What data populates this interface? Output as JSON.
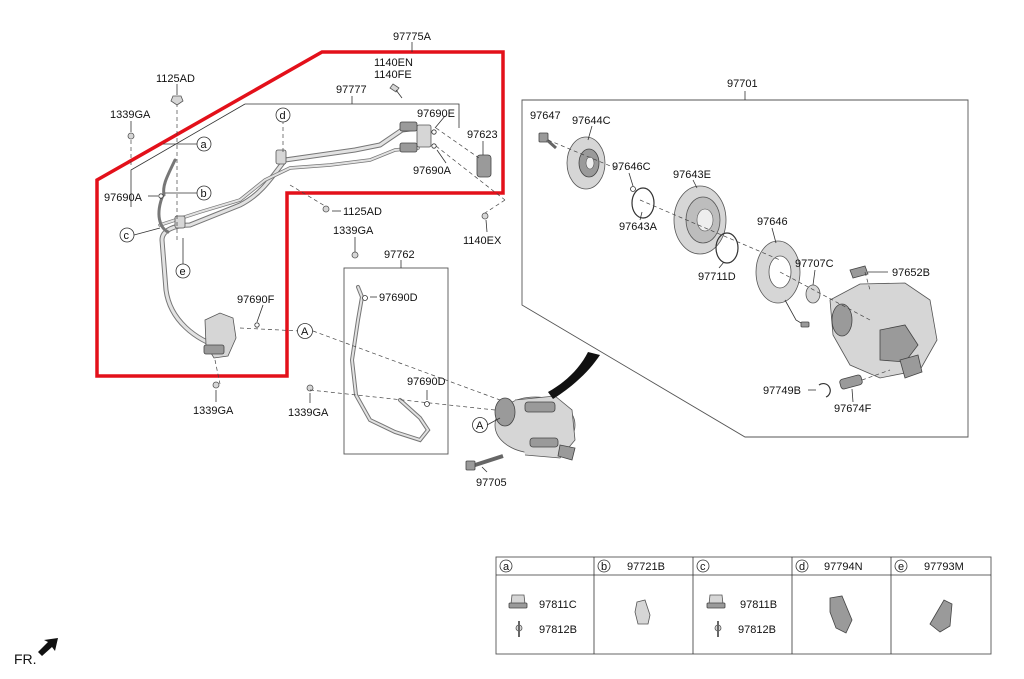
{
  "labels": {
    "l_97775A": "97775A",
    "l_1140EN": "1140EN",
    "l_1140FE": "1140FE",
    "l_1125AD_top": "1125AD",
    "l_97777": "97777",
    "l_1339GA_top": "1339GA",
    "l_97690E": "97690E",
    "l_97623": "97623",
    "l_97690A_right": "97690A",
    "l_97690A_left": "97690A",
    "l_1125AD_mid": "1125AD",
    "l_1339GA_mid": "1339GA",
    "l_1140EX": "1140EX",
    "l_97690F": "97690F",
    "l_1339GA_bl": "1339GA",
    "l_1339GA_bc": "1339GA",
    "l_97762": "97762",
    "l_97690D_top": "97690D",
    "l_97690D_bot": "97690D",
    "l_97705": "97705",
    "l_97701": "97701",
    "l_97647": "97647",
    "l_97644C": "97644C",
    "l_97646C": "97646C",
    "l_97643E": "97643E",
    "l_97643A": "97643A",
    "l_97646": "97646",
    "l_97711D": "97711D",
    "l_97707C": "97707C",
    "l_97652B": "97652B",
    "l_97749B": "97749B",
    "l_97674F": "97674F",
    "fr": "FR."
  },
  "callouts": {
    "a": "a",
    "b": "b",
    "c": "c",
    "d": "d",
    "e": "e",
    "A1": "A",
    "A2": "A"
  },
  "legend": {
    "cells": [
      {
        "key": "a",
        "title": "",
        "items": [
          "97811C",
          "97812B"
        ]
      },
      {
        "key": "b",
        "title": "97721B",
        "items": []
      },
      {
        "key": "c",
        "title": "",
        "items": [
          "97811B",
          "97812B"
        ]
      },
      {
        "key": "d",
        "title": "97794N",
        "items": []
      },
      {
        "key": "e",
        "title": "97793M",
        "items": []
      }
    ]
  },
  "colors": {
    "highlight": "#e3101a",
    "line": "#333333",
    "part": "#d6d6d6"
  }
}
